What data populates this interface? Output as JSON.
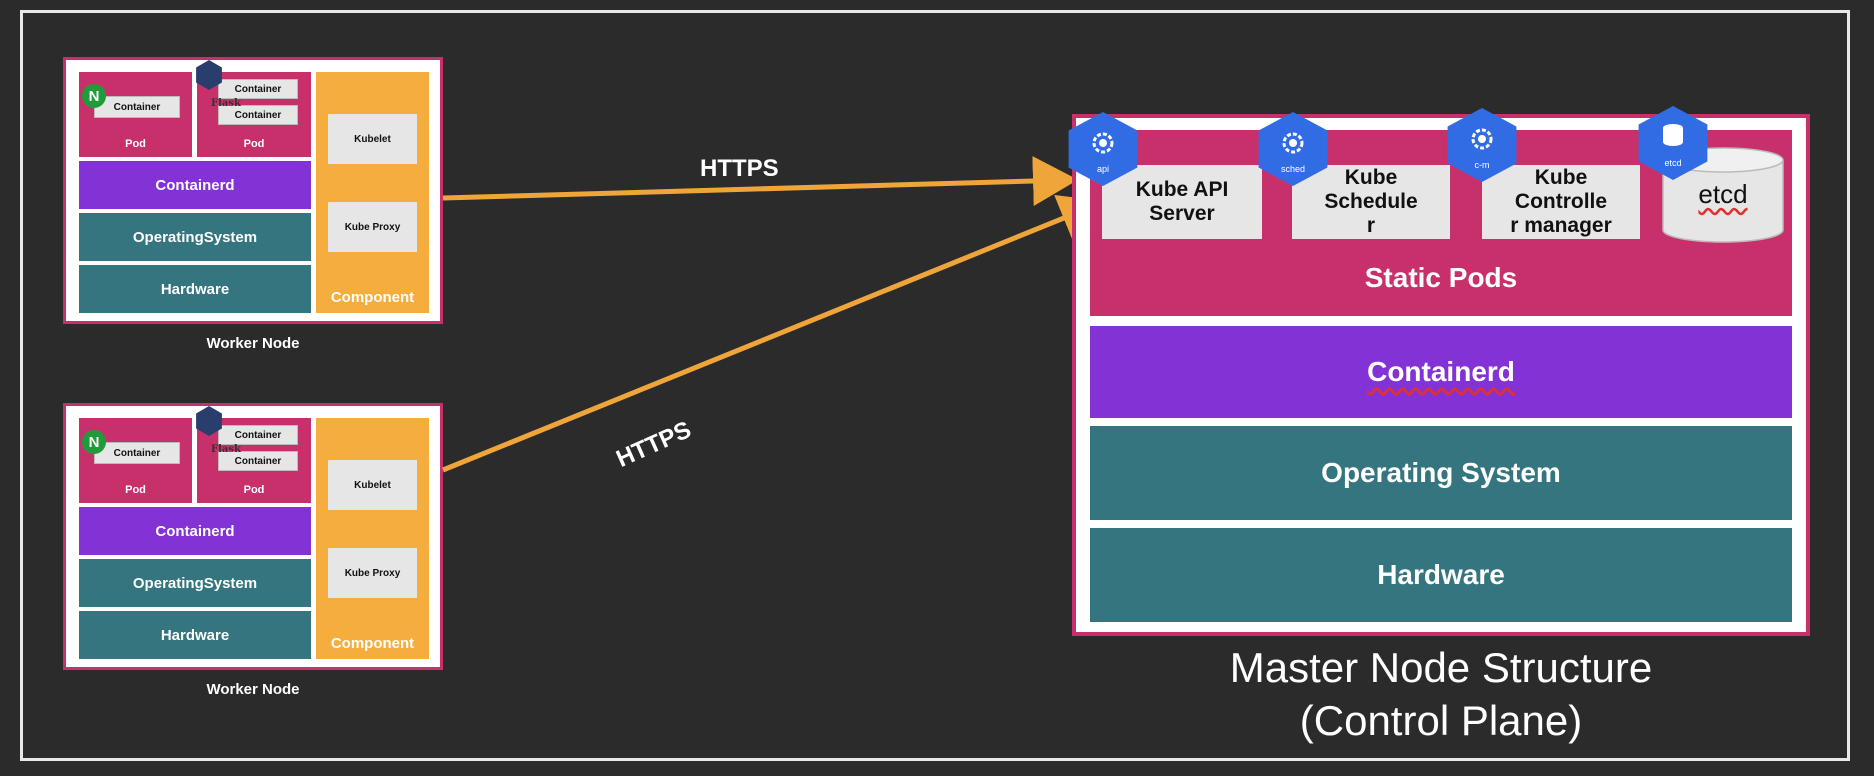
{
  "workers": [
    {
      "pods": [
        {
          "containers": [
            "Container"
          ],
          "label": "Pod"
        },
        {
          "containers": [
            "Container",
            "Container"
          ],
          "label": "Pod",
          "flask_text": "Flask"
        }
      ],
      "containerd": "Containerd",
      "os": "OperatingSystem",
      "hardware": "Hardware",
      "component": {
        "kubelet": "Kubelet",
        "proxy": "Kube Proxy",
        "label": "Component"
      },
      "n_badge": "N",
      "caption": "Worker Node"
    },
    {
      "pods": [
        {
          "containers": [
            "Container"
          ],
          "label": "Pod"
        },
        {
          "containers": [
            "Container",
            "Container"
          ],
          "label": "Pod",
          "flask_text": "Flask"
        }
      ],
      "containerd": "Containerd",
      "os": "OperatingSystem",
      "hardware": "Hardware",
      "component": {
        "kubelet": "Kubelet",
        "proxy": "Kube Proxy",
        "label": "Component"
      },
      "n_badge": "N",
      "caption": "Worker Node"
    }
  ],
  "master": {
    "components": [
      {
        "label": "Kube API Server",
        "icon": "api",
        "icon_name": "kube-api-server-icon"
      },
      {
        "label": "Kube Schedule r",
        "icon": "sched",
        "icon_name": "kube-scheduler-icon"
      },
      {
        "label": "Kube Controlle r manager",
        "icon": "c-m",
        "icon_name": "kube-controller-manager-icon"
      },
      {
        "label": "etcd",
        "icon": "etcd",
        "icon_name": "etcd-icon"
      }
    ],
    "static_pods": "Static Pods",
    "containerd": "Containerd",
    "os": "Operating System",
    "hardware": "Hardware",
    "title_line1": "Master Node Structure",
    "title_line2": "(Control Plane)"
  },
  "arrows": {
    "top_label": "HTTPS",
    "bottom_label": "HTTPS"
  },
  "colors": {
    "background": "#2b2b2b",
    "pink": "#c8306c",
    "purple": "#8332d6",
    "teal": "#34757f",
    "orange": "#f5ae3d",
    "kubernetes_blue": "#326ce5",
    "arrow": "#f0a53a"
  }
}
